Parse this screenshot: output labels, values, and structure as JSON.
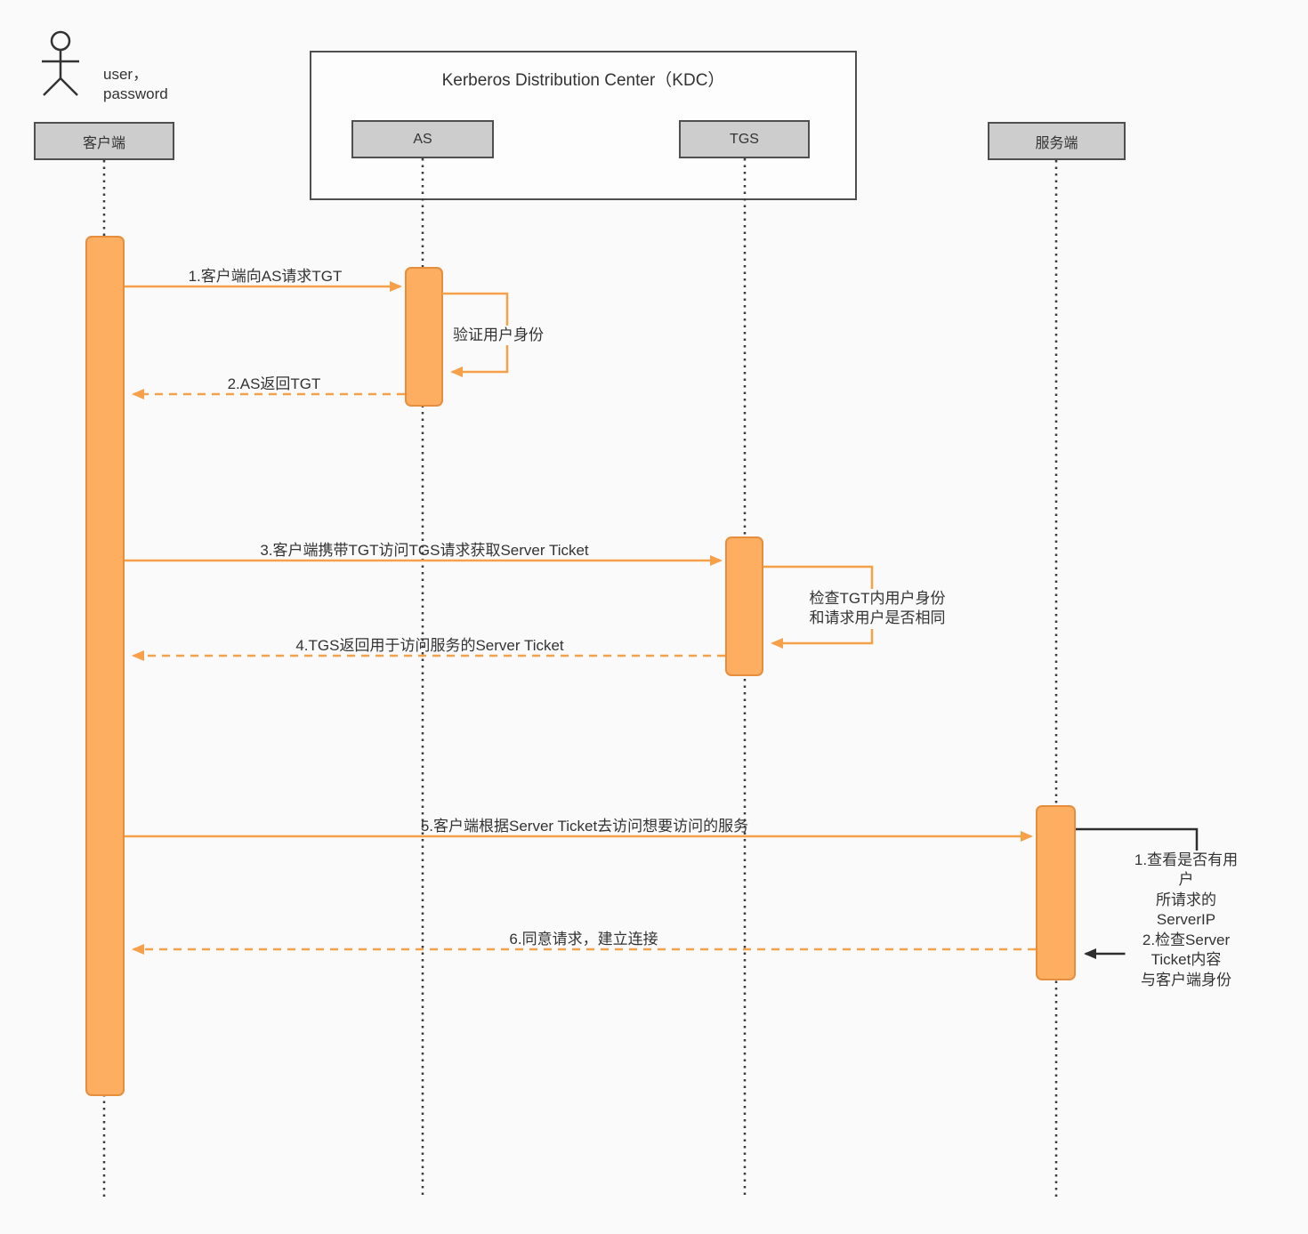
{
  "diagram": {
    "actor_label": "user，\npassword",
    "kdc_title": "Kerberos Distribution Center（KDC）",
    "lifelines": {
      "client": "客户端",
      "as": "AS",
      "tgs": "TGS",
      "server": "服务端"
    },
    "messages": {
      "m1": "1.客户端向AS请求TGT",
      "loop_as": "验证用户身份",
      "m2": "2.AS返回TGT",
      "m3": "3.客户端携带TGT访问TGS请求获取Server Ticket",
      "loop_tgs": "检查TGT内用户身份\n和请求用户是否相同",
      "m4": "4.TGS返回用于访问服务的Server Ticket",
      "m5": "5.客户端根据Server Ticket去访问想要访问的服务",
      "loop_server": "1.查看是否有用户\n所请求的ServerIP\n2.检查Server Ticket内容\n与客户端身份",
      "m6": "6.同意请求，建立连接"
    },
    "colors": {
      "activation_fill": "#FDAE60",
      "activation_border": "#E58F3E",
      "arrow_orange": "#F6A04A",
      "arrow_black": "#2e2e2e",
      "header_fill": "#cdcdcd"
    }
  }
}
